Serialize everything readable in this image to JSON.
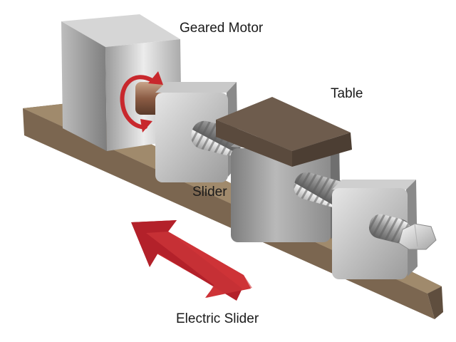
{
  "labels": {
    "geared_motor": "Geared Motor",
    "table": "Table",
    "slider": "Slider",
    "electric_slider": "Electric Slider"
  },
  "colors": {
    "base_top": "#a08a6c",
    "base_front": "#7b6650",
    "table_top": "#6e5c4d",
    "table_front": "#5a4a3d",
    "metal_light": "#d9d9d9",
    "metal_dark": "#8a8a8a",
    "arrow_red": "#c8282d",
    "text": "#1a1a1a"
  },
  "icons": {
    "rotation": "rotation-arrow-icon",
    "motion": "double-arrow-icon"
  }
}
